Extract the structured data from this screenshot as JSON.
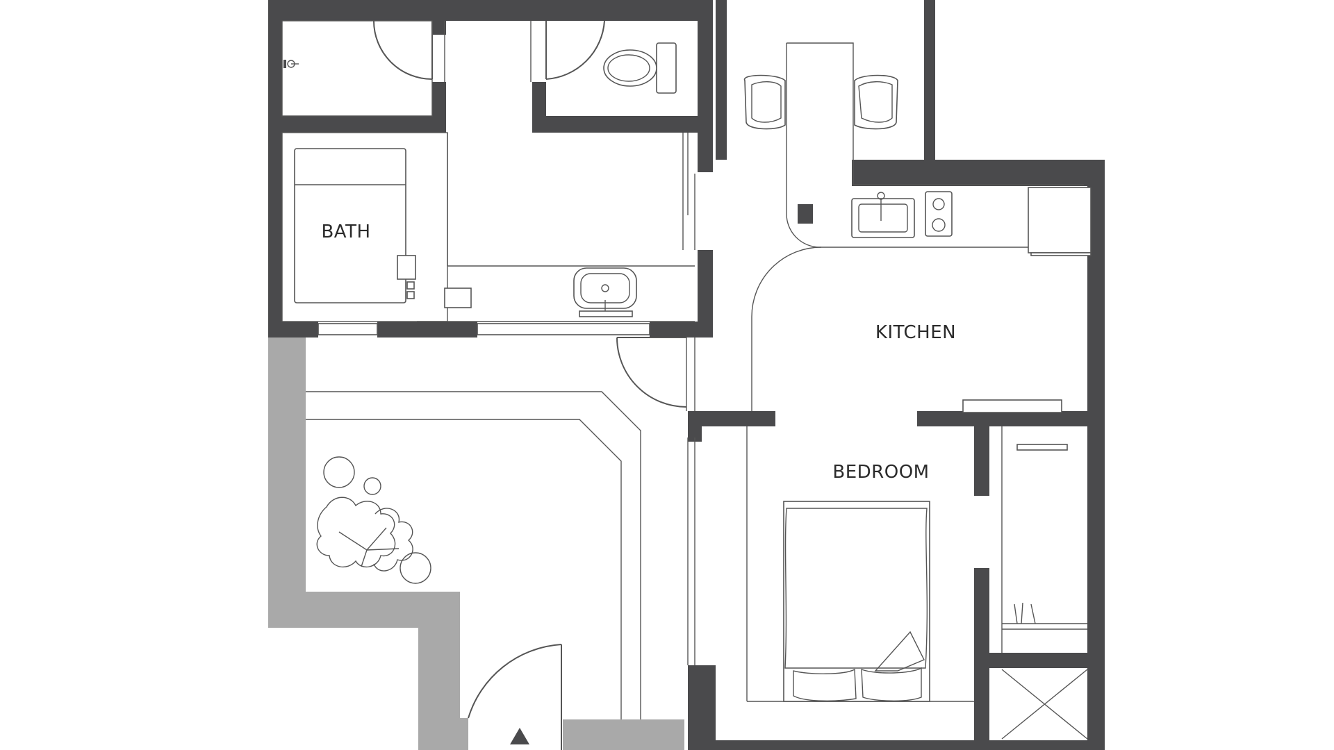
{
  "floorplan": {
    "rooms": {
      "bath": "BATH",
      "kitchen": "KITCHEN",
      "bedroom": "BEDROOM"
    },
    "colors": {
      "wall": "#4a4a4c",
      "exterior_wall": "#a9a9a9",
      "background": "#ffffff",
      "line": "#555555"
    },
    "icons": [
      "entrance-arrow-icon",
      "plant-icon",
      "toilet-icon",
      "sink-icon",
      "stove-icon",
      "bed-icon",
      "chair-icon"
    ]
  }
}
